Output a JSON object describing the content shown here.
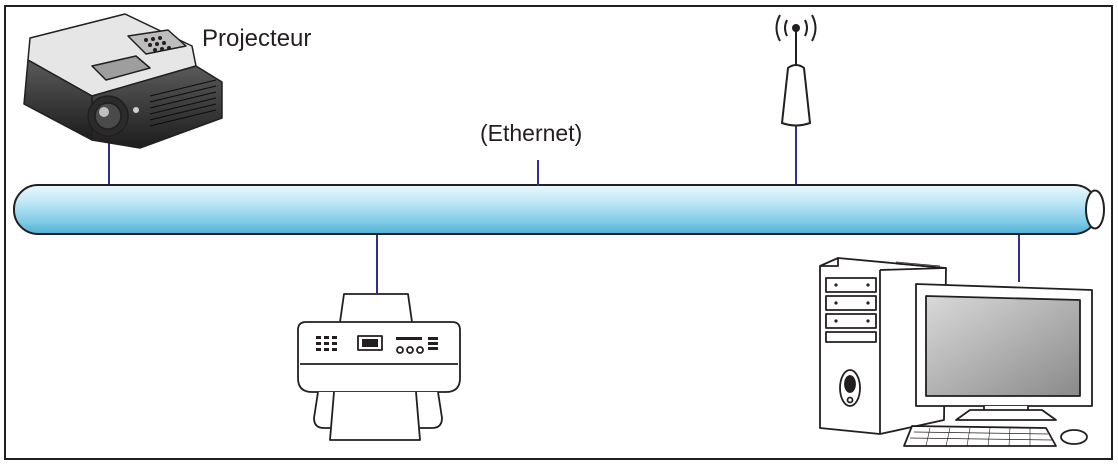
{
  "labels": {
    "projector": "Projecteur",
    "network": "(Ethernet)"
  },
  "colors": {
    "frame": "#231f20",
    "tube_light": "#d6f1fa",
    "tube_mid": "#8fd3ea",
    "tube_dark": "#3aa4c9",
    "link": "#2e3192"
  },
  "nodes": [
    {
      "name": "projector",
      "icon": "projector-icon"
    },
    {
      "name": "wireless-access-point",
      "icon": "wifi-antenna-icon"
    },
    {
      "name": "printer",
      "icon": "fax-printer-icon"
    },
    {
      "name": "desktop-computer",
      "icon": "desktop-computer-icon"
    }
  ]
}
